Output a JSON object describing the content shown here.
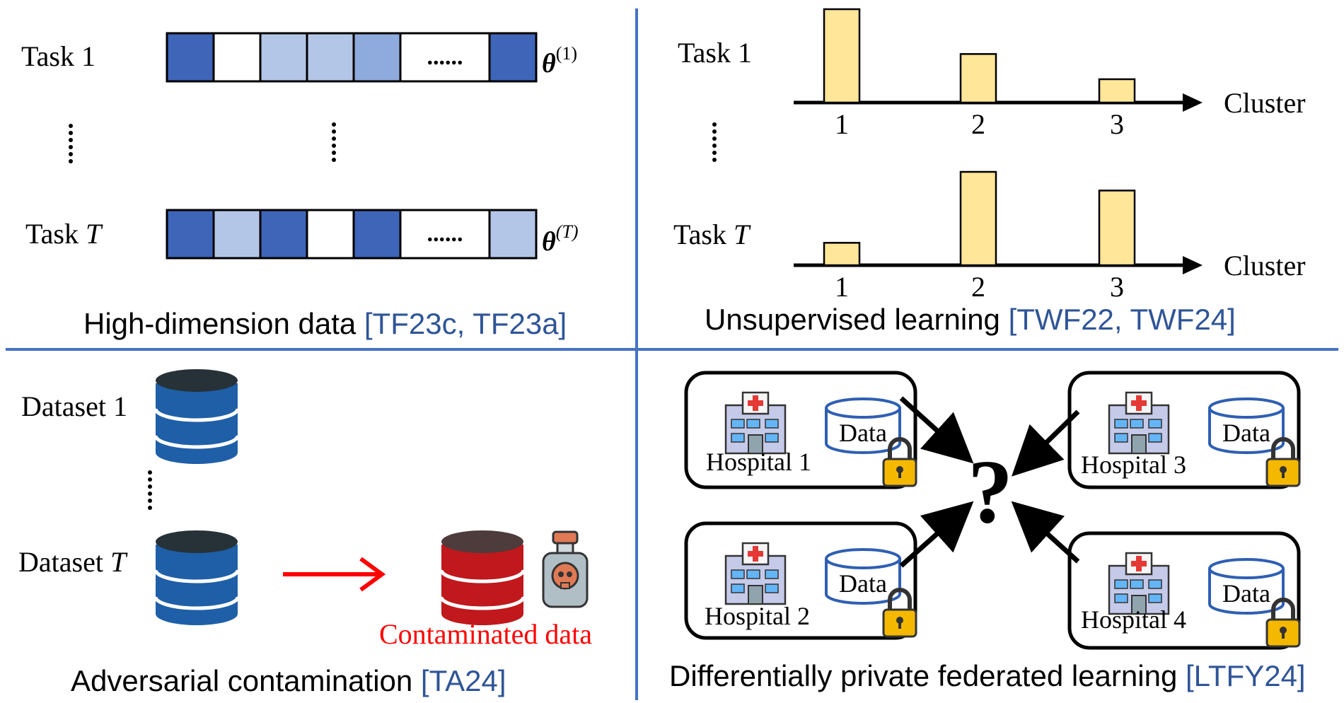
{
  "colors": {
    "divider": "#4472c4",
    "dark_blue": "#3f65b8",
    "light_blue": "#b4c6e7",
    "mid_blue": "#8faadc",
    "bar_fill": "#ffe699",
    "contamination": "#ff0000",
    "ref_blue": "#2f5597",
    "db_blue": "#1f5fa8",
    "db_red": "#c0181c",
    "lock_yellow": "#f5b800"
  },
  "top_left": {
    "task1_label": "Task 1",
    "taskT_prefix": "Task ",
    "taskT_var": "T",
    "row_ellipsis": "......",
    "theta1_base": "θ",
    "theta1_sup": "(1)",
    "thetaT_base": "θ",
    "thetaT_sup": "(T)",
    "caption": "High-dimension data ",
    "ref": "[TF23c, TF23a]",
    "row1_cells": [
      "dark",
      "white",
      "light",
      "light",
      "mid",
      "dots",
      "dark"
    ],
    "rowT_cells": [
      "dark",
      "light",
      "dark",
      "white",
      "dark",
      "dots",
      "light"
    ]
  },
  "top_right": {
    "task1_label": "Task 1",
    "taskT_prefix": "Task ",
    "taskT_var": "T",
    "axis_label": "Cluster",
    "caption": "Unsupervised learning ",
    "ref": "[TWF22, TWF24]",
    "chart_data": [
      {
        "type": "bar",
        "series_label": "Task 1",
        "categories": [
          "1",
          "2",
          "3"
        ],
        "values": [
          1.0,
          0.52,
          0.25
        ],
        "xlabel": "Cluster"
      },
      {
        "type": "bar",
        "series_label": "Task T",
        "categories": [
          "1",
          "2",
          "3"
        ],
        "values": [
          0.24,
          1.0,
          0.8
        ],
        "xlabel": "Cluster"
      }
    ]
  },
  "bottom_left": {
    "dataset1_label": "Dataset 1",
    "datasetT_prefix": "Dataset ",
    "datasetT_var": "T",
    "contaminated_label": "Contaminated data",
    "caption": "Adversarial contamination ",
    "ref": "[TA24]"
  },
  "bottom_right": {
    "hospitals": [
      {
        "name": "Hospital 1",
        "data_label": "Data"
      },
      {
        "name": "Hospital 3",
        "data_label": "Data"
      },
      {
        "name": "Hospital 2",
        "data_label": "Data"
      },
      {
        "name": "Hospital 4",
        "data_label": "Data"
      }
    ],
    "center_symbol": "?",
    "caption": "Differentially private federated learning ",
    "ref": "[LTFY24]"
  }
}
